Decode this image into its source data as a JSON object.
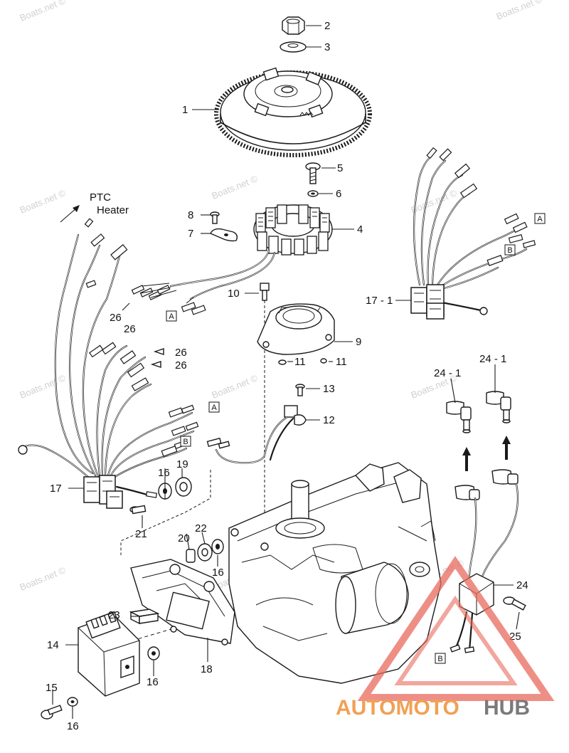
{
  "diagram": {
    "watermarks": [
      "Boats.net ©",
      "Boats.net ©",
      "Boats.net ©",
      "Boats.net ©",
      "Boats.net ©",
      "Boats.net ©",
      "Boats.net ©",
      "Boats.net ©",
      "Boats.net ©",
      "Boats.net ©",
      "Boats.net ©"
    ],
    "ptc_label_line1": "PTC",
    "ptc_label_line2": "Heater",
    "box_labels": {
      "a": "A",
      "b": "B"
    },
    "part_numbers": {
      "p1": "1",
      "p2": "2",
      "p3": "3",
      "p4": "4",
      "p5": "5",
      "p6": "6",
      "p7": "7",
      "p8": "8",
      "p9": "9",
      "p10": "10",
      "p11a": "11",
      "p11b": "11",
      "p12": "12",
      "p13": "13",
      "p14": "14",
      "p15": "15",
      "p16a": "16",
      "p16b": "16",
      "p16c": "16",
      "p16d": "16",
      "p17": "17",
      "p17_1": "17 - 1",
      "p18": "18",
      "p19": "19",
      "p20": "20",
      "p21": "21",
      "p22": "22",
      "p23": "23",
      "p24": "24",
      "p24_1a": "24 - 1",
      "p24_1b": "24 - 1",
      "p25": "25",
      "p26a": "26",
      "p26b": "26",
      "p26c": "26",
      "p26d": "26"
    },
    "logo": {
      "part1": "AUTOMOTO",
      "part2": "HUB",
      "color_primary": "#f1a055",
      "color_secondary": "#7a7a7a",
      "triangle_color": "#e86a5e"
    }
  }
}
